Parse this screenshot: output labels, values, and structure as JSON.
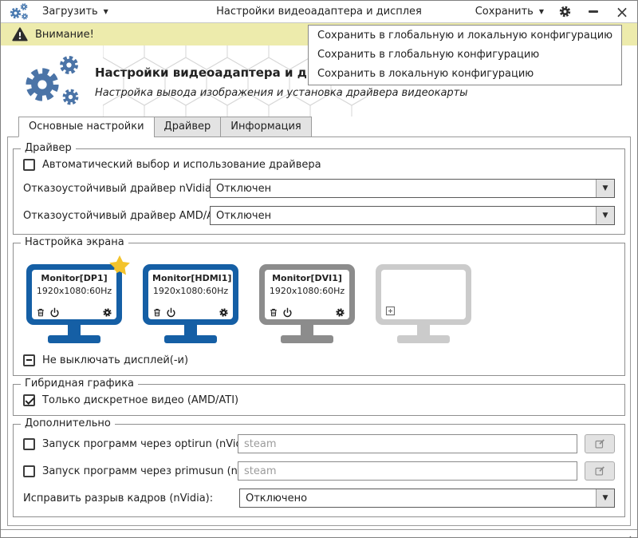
{
  "topbar": {
    "load_label": "Загрузить",
    "title": "Настройки видеоадаптера и дисплея",
    "save_label": "Сохранить"
  },
  "warning_text": "Внимание!",
  "header": {
    "title": "Настройки видеоадаптера и дисплея",
    "subtitle": "Настройка вывода изображения и установка драйвера видеокарты"
  },
  "tabs": {
    "main": "Основные настройки",
    "driver": "Драйвер",
    "info": "Информация"
  },
  "save_menu": [
    "Сохранить в глобальную и локальную конфигурацию",
    "Сохранить в глобальную конфигурацию",
    "Сохранить в локальную конфигурацию"
  ],
  "driver_group": {
    "title": "Драйвер",
    "auto_select": {
      "label": "Автоматический выбор и использование драйвера",
      "state": "unchecked"
    },
    "nvidia_failsafe": {
      "label": "Отказоустойчивый драйвер nVidia:",
      "value": "Отключен"
    },
    "amd_failsafe": {
      "label": "Отказоустойчивый драйвер AMD/ATI:",
      "value": "Отключен"
    }
  },
  "screen_group": {
    "title": "Настройка экрана",
    "monitors": [
      {
        "name": "Monitor[DP1]",
        "mode": "1920x1080:60Hz",
        "primary": true,
        "color": "#155FA5"
      },
      {
        "name": "Monitor[HDMI1]",
        "mode": "1920x1080:60Hz",
        "primary": false,
        "color": "#155FA5"
      },
      {
        "name": "Monitor[DVI1]",
        "mode": "1920x1080:60Hz",
        "primary": false,
        "color": "#8C8C8C"
      }
    ],
    "add_monitor_color": "#CBCBCB",
    "keep_on": {
      "label": "Не выключать дисплей(-и)",
      "state": "indeterminate"
    }
  },
  "hybrid_group": {
    "title": "Гибридная графика",
    "discrete_only": {
      "label": "Только дискретное видео (AMD/ATI)",
      "state": "checked"
    }
  },
  "extra_group": {
    "title": "Дополнительно",
    "optirun": {
      "label": "Запуск программ через optirun (nVidia):",
      "placeholder": "steam",
      "state": "unchecked"
    },
    "primusun": {
      "label": "Запуск программ через primusun (nVidia):",
      "placeholder": "steam",
      "state": "unchecked"
    },
    "tear_fix": {
      "label": "Исправить разрыв кадров (nVidia):",
      "value": "Отключено"
    }
  },
  "colors": {
    "accent_blue": "#155FA5",
    "monitor_gray": "#8C8C8C",
    "monitor_ghost": "#CBCBCB",
    "warning_bg": "#EDEBAC",
    "star_gold": "#F3C32C",
    "header_icon_blue": "#4B74A7"
  }
}
